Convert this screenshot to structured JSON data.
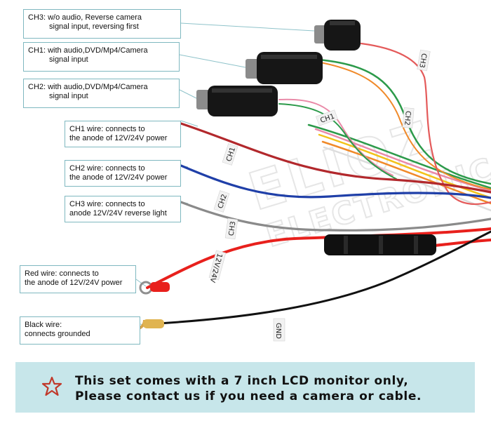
{
  "callouts": {
    "ch3_input": {
      "line1": "CH3: w/o audio, Reverse camera",
      "line2": "signal input, reversing first"
    },
    "ch1_input": {
      "line1": "CH1: with audio,DVD/Mp4/Camera",
      "line2": "signal input"
    },
    "ch2_input": {
      "line1": "CH2: with audio,DVD/Mp4/Camera",
      "line2": "signal input"
    },
    "ch1_wire": {
      "line1": "CH1 wire: connects to",
      "line2": "the anode of 12V/24V power"
    },
    "ch2_wire": {
      "line1": "CH2 wire: connects to",
      "line2": "the anode of 12V/24V power"
    },
    "ch3_wire": {
      "line1": "CH3 wire: connects to",
      "line2": "anode 12V/24V reverse light"
    },
    "red_wire": {
      "line1": "Red wire: connects to",
      "line2": "the anode of 12V/24V power"
    },
    "black_wire": {
      "line1": "Black wire:",
      "line2": "connects grounded"
    }
  },
  "wire_tags": {
    "ch1": "CH1",
    "ch2": "CH2",
    "ch3": "CH3",
    "power": "12V/24V",
    "gnd": "GND",
    "ch1_connector": "CH1",
    "ch2_connector": "CH2",
    "ch3_connector": "CH3"
  },
  "watermark": {
    "line1": "ELIOZ",
    "line2": "ELECTRONICS"
  },
  "banner": {
    "line1": "This set comes with a 7 inch LCD monitor only,",
    "line2": "Please contact us if you need a camera or cable."
  },
  "colors": {
    "red_wire": "#e8201c",
    "ch1_wire": "#b2282c",
    "ch2_wire": "#1f3fa8",
    "ch3_wire": "#8a8a8a",
    "black_wire": "#111111",
    "callout_border": "#7fb8c0",
    "banner_bg": "#c7e6ea",
    "star": "#c0392b"
  }
}
